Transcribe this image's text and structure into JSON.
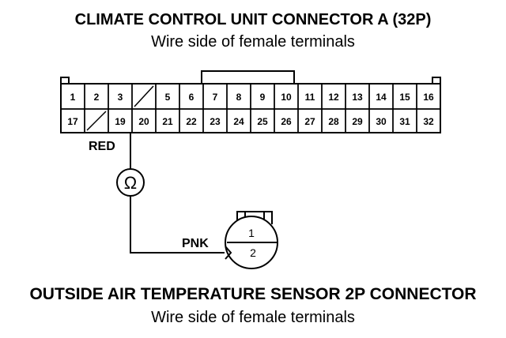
{
  "connector_a": {
    "title": "CLIMATE CONTROL UNIT CONNECTOR A (32P)",
    "subtitle": "Wire side of female terminals",
    "top_row": [
      "1",
      "2",
      "3",
      "",
      "5",
      "6",
      "7",
      "8",
      "9",
      "10",
      "11",
      "12",
      "13",
      "14",
      "15",
      "16"
    ],
    "bottom_row": [
      "17",
      "",
      "19",
      "20",
      "21",
      "22",
      "23",
      "24",
      "25",
      "26",
      "27",
      "28",
      "29",
      "30",
      "31",
      "32"
    ]
  },
  "wire_labels": {
    "red": "RED",
    "pnk": "PNK"
  },
  "meter": {
    "symbol": "Ω"
  },
  "sensor": {
    "title": "OUTSIDE AIR TEMPERATURE SENSOR 2P CONNECTOR",
    "subtitle": "Wire side of female terminals",
    "pins": [
      "1",
      "2"
    ]
  }
}
